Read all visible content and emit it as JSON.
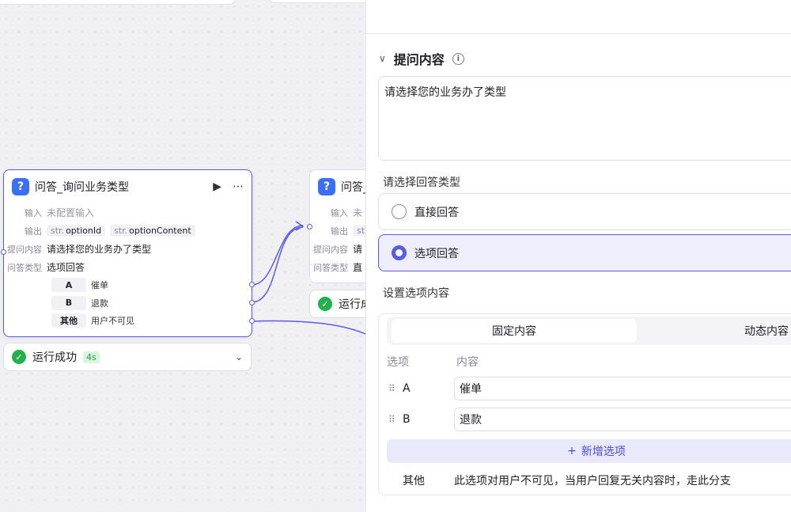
{
  "node1": {
    "title": "问答_询问业务类型",
    "input_label": "输入",
    "input_value": "未配置输入",
    "output_label": "输出",
    "outputs": [
      {
        "type": "str.",
        "name": "optionId"
      },
      {
        "type": "str.",
        "name": "optionContent"
      }
    ],
    "question_label": "提问内容",
    "question_value": "请选择您的业务办了类型",
    "answer_type_label": "问答类型",
    "answer_type_value": "选项回答",
    "options": [
      {
        "key": "A",
        "text": "催单"
      },
      {
        "key": "B",
        "text": "退款"
      },
      {
        "key": "其他",
        "text": "用户不可见"
      }
    ],
    "status": {
      "text": "运行成功",
      "duration": "4s"
    }
  },
  "node2": {
    "title": "问答_",
    "input_label": "输入",
    "input_value": "未",
    "output_label": "输出",
    "output_value": "st",
    "question_label": "提问内容",
    "question_value": "请",
    "answer_type_label": "问答类型",
    "answer_type_value": "直",
    "status": {
      "text": "运行成"
    }
  },
  "panel": {
    "section_title": "提问内容",
    "prompt_text": "请选择您的业务办了类型",
    "answer_type_label": "请选择回答类型",
    "answer_types": [
      {
        "label": "直接回答",
        "selected": false
      },
      {
        "label": "选项回答",
        "selected": true
      }
    ],
    "options_label": "设置选项内容",
    "tabs": {
      "fixed": "固定内容",
      "dynamic": "动态内容"
    },
    "columns": {
      "option": "选项",
      "content": "内容"
    },
    "options": [
      {
        "key": "A",
        "content": "催单"
      },
      {
        "key": "B",
        "content": "退款"
      }
    ],
    "add_option": "新增选项",
    "other": {
      "key": "其他",
      "desc": "此选项对用户不可见，当用户回复无关内容时，走此分支"
    }
  },
  "icons": {
    "node_icon": "question-icon",
    "run_icon": "play-icon",
    "more_icon": "more-icon",
    "check_icon": "check-circle-icon",
    "chevron": "chevron-down-icon",
    "info": "info-icon",
    "drag": "drag-handle-icon",
    "plus": "plus-icon"
  },
  "colors": {
    "accent": "#5a5ce6",
    "success": "#22b14c",
    "node_icon": "#3b6ff5"
  }
}
